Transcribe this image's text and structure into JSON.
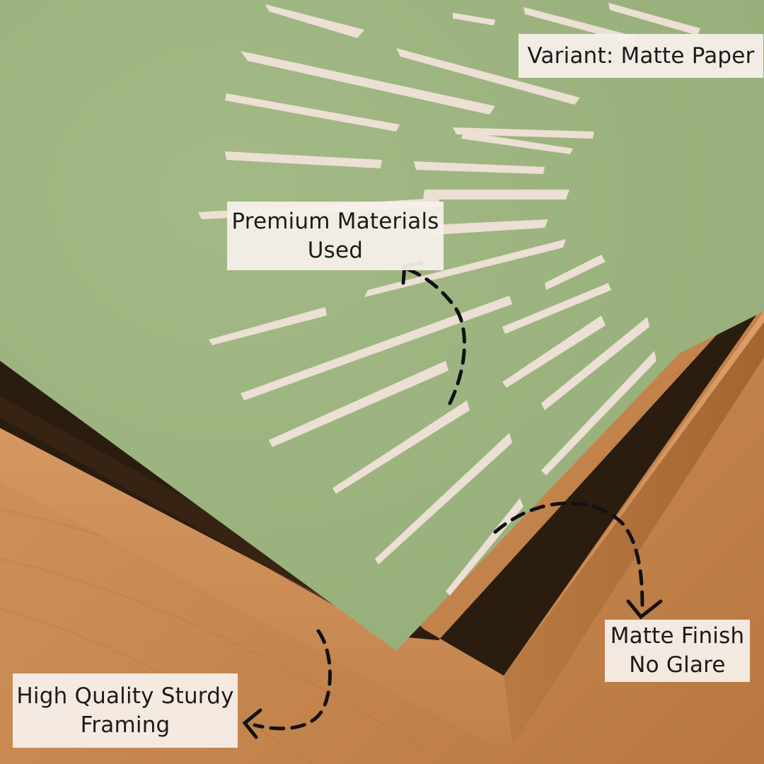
{
  "labels": {
    "variant": {
      "text": "Variant: Matte Paper"
    },
    "materials": {
      "lines": [
        "Premium Materials",
        "Used"
      ]
    },
    "matte_finish": {
      "lines": [
        "Matte Finish",
        "No Glare"
      ]
    },
    "framing": {
      "lines": [
        "High Quality Sturdy",
        "Framing"
      ]
    }
  },
  "colors": {
    "paper_green": "#9db57f",
    "stroke_cream": "#ecdfd4",
    "wood_light": "#cf915b",
    "wood_dark": "#a86632",
    "frame_inner_shadow": "#2b1c10",
    "label_bg": "#f7f1ec",
    "arrow": "#111111"
  }
}
